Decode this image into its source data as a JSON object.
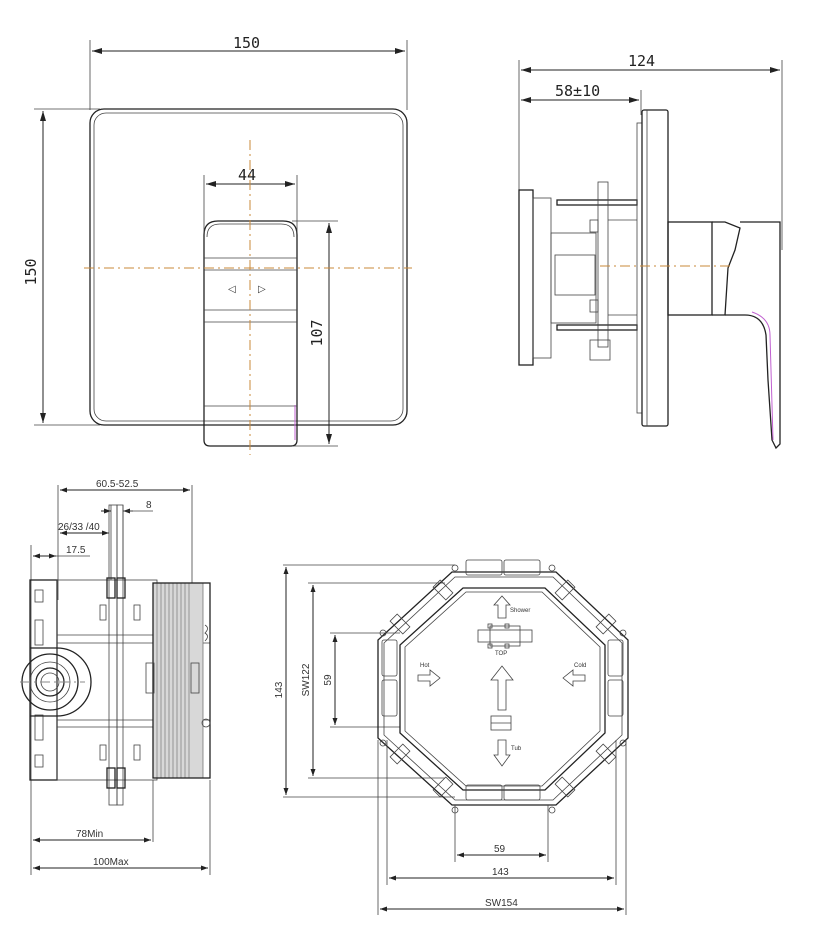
{
  "drawing": {
    "front_view": {
      "width_label": "150",
      "height_label": "150",
      "lever_width_label": "44",
      "lever_height_label": "107",
      "lever_arrows": {
        "left": "◁",
        "right": "▷"
      }
    },
    "side_view": {
      "total_depth_label": "124",
      "wall_depth_label": "58±10"
    },
    "valve_body_side": {
      "top_width_label": "60.5-52.5",
      "flange_label": "8",
      "step_label": "26/33 /40",
      "offset_label": "17.5",
      "min_label": "78Min",
      "max_label": "100Max"
    },
    "mounting_plate": {
      "outer_height_label": "143",
      "inner_height_label": "SW122",
      "center_height_label": "59",
      "center_width_label": "59",
      "inner_width_label": "143",
      "outer_width_label": "SW154",
      "port_labels": {
        "shower": "Shower",
        "hot": "Hot",
        "cold": "Cold",
        "tub": "Tub",
        "top": "TOP"
      }
    },
    "colors": {
      "line": "#222222",
      "centerline": "#c8883a",
      "highlight": "#c060d0"
    }
  }
}
